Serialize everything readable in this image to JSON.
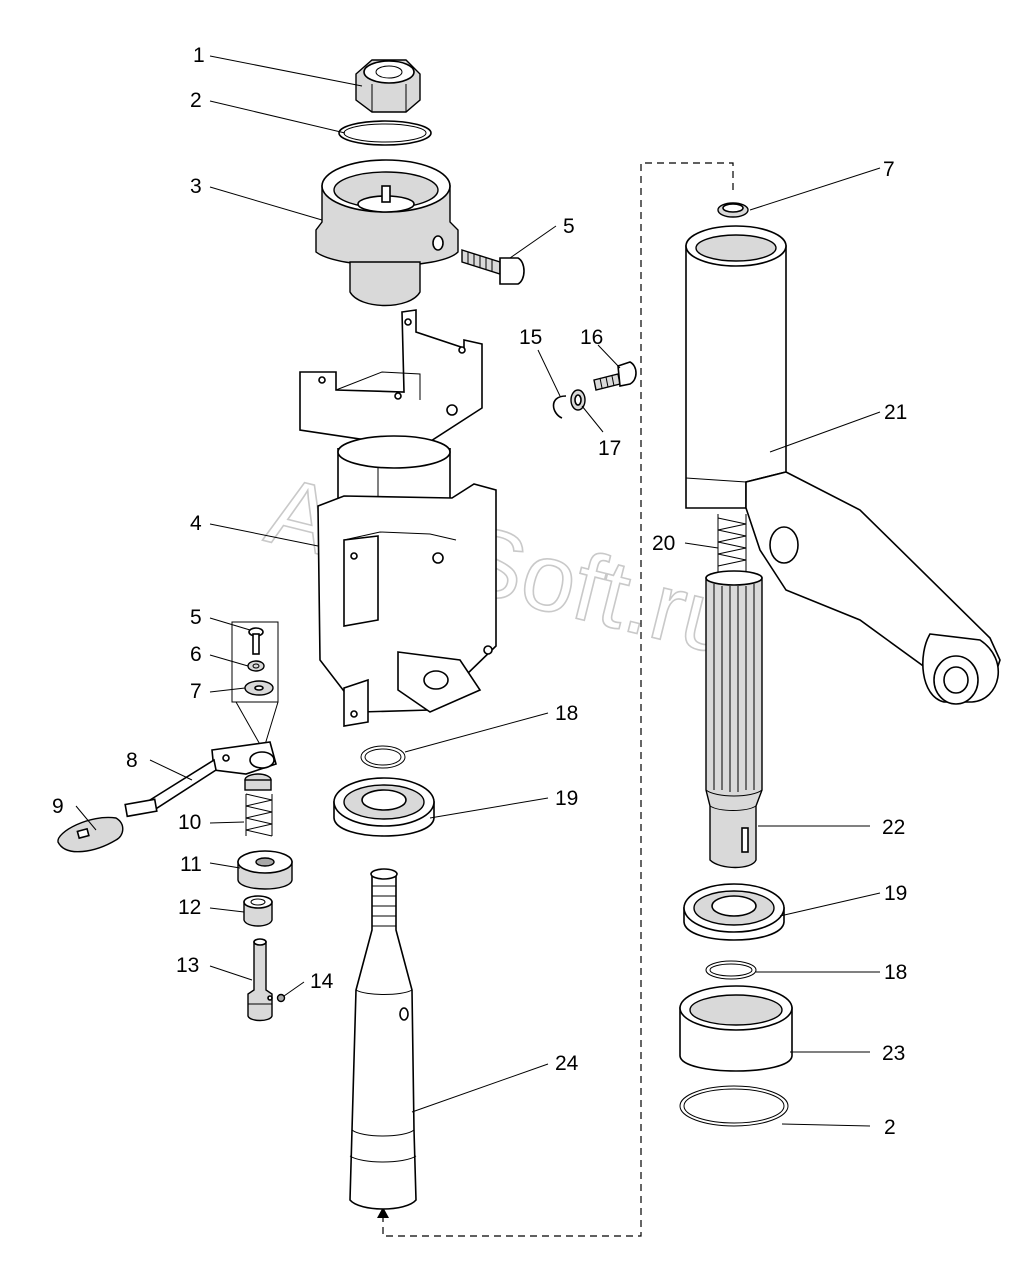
{
  "watermark": "AutoSoft.ru",
  "labels": [
    "1",
    "2",
    "3",
    "4",
    "5",
    "5",
    "6",
    "7",
    "7",
    "8",
    "9",
    "10",
    "11",
    "12",
    "13",
    "14",
    "15",
    "16",
    "17",
    "18",
    "18",
    "19",
    "19",
    "20",
    "21",
    "22",
    "23",
    "24",
    "2"
  ]
}
